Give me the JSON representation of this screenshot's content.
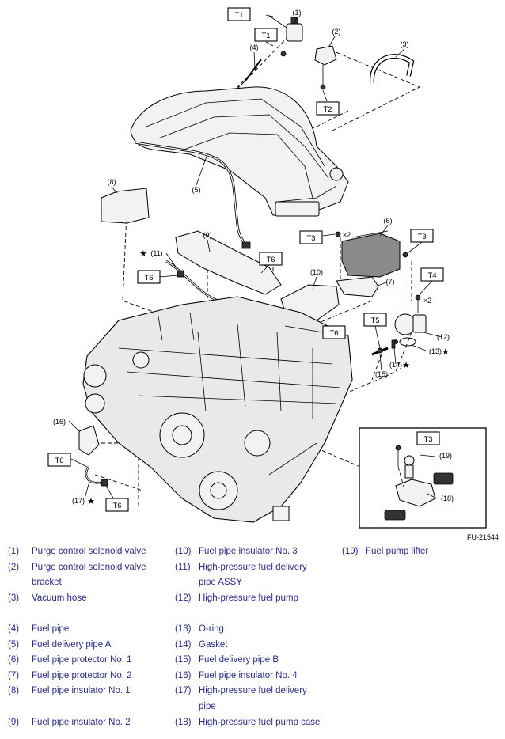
{
  "figure_code": "FU-21544",
  "torque_labels": [
    "T1",
    "T1",
    "T2",
    "T3",
    "T3",
    "T4",
    "T5",
    "T6",
    "T6",
    "T6",
    "T6",
    "T6",
    "T3"
  ],
  "callouts": [
    "(1)",
    "(2)",
    "(3)",
    "(4)",
    "(5)",
    "(6)",
    "(7)",
    "(8)",
    "(9)",
    "(10)",
    "(11)",
    "(12)",
    "(13)",
    "(14)",
    "(15)",
    "(16)",
    "(17)",
    "(18)",
    "(19)"
  ],
  "multipliers": [
    "×2",
    "×2"
  ],
  "star_symbol": "★",
  "legend": {
    "col1": [
      {
        "num": "(1)",
        "text": "Purge control solenoid valve"
      },
      {
        "num": "(2)",
        "text": "Purge control solenoid valve"
      },
      {
        "num": "",
        "text": "bracket"
      },
      {
        "num": "(3)",
        "text": "Vacuum hose"
      },
      {
        "num": "(4)",
        "text": "Fuel pipe"
      },
      {
        "num": "(5)",
        "text": "Fuel delivery pipe A"
      },
      {
        "num": "(6)",
        "text": "Fuel pipe protector No. 1"
      },
      {
        "num": "(7)",
        "text": "Fuel pipe protector No. 2"
      },
      {
        "num": "(8)",
        "text": "Fuel pipe insulator No. 1"
      },
      {
        "num": "(9)",
        "text": "Fuel pipe insulator No. 2"
      }
    ],
    "col2": [
      {
        "num": "(10)",
        "text": "Fuel pipe insulator No. 3"
      },
      {
        "num": "(11)",
        "text": "High-pressure fuel delivery"
      },
      {
        "num": "",
        "text": "pipe ASSY"
      },
      {
        "num": "(12)",
        "text": "High-pressure fuel pump"
      },
      {
        "num": "(13)",
        "text": "O-ring"
      },
      {
        "num": "(14)",
        "text": "Gasket"
      },
      {
        "num": "(15)",
        "text": "Fuel delivery pipe B"
      },
      {
        "num": "(16)",
        "text": "Fuel pipe insulator No. 4"
      },
      {
        "num": "(17)",
        "text": "High-pressure fuel delivery"
      },
      {
        "num": "",
        "text": "pipe"
      },
      {
        "num": "(18)",
        "text": "High-pressure fuel pump case"
      }
    ],
    "col3": [
      {
        "num": "(19)",
        "text": "Fuel pump lifter"
      }
    ]
  },
  "colors": {
    "legend_text": "#2a2a88",
    "line": "#000000"
  }
}
